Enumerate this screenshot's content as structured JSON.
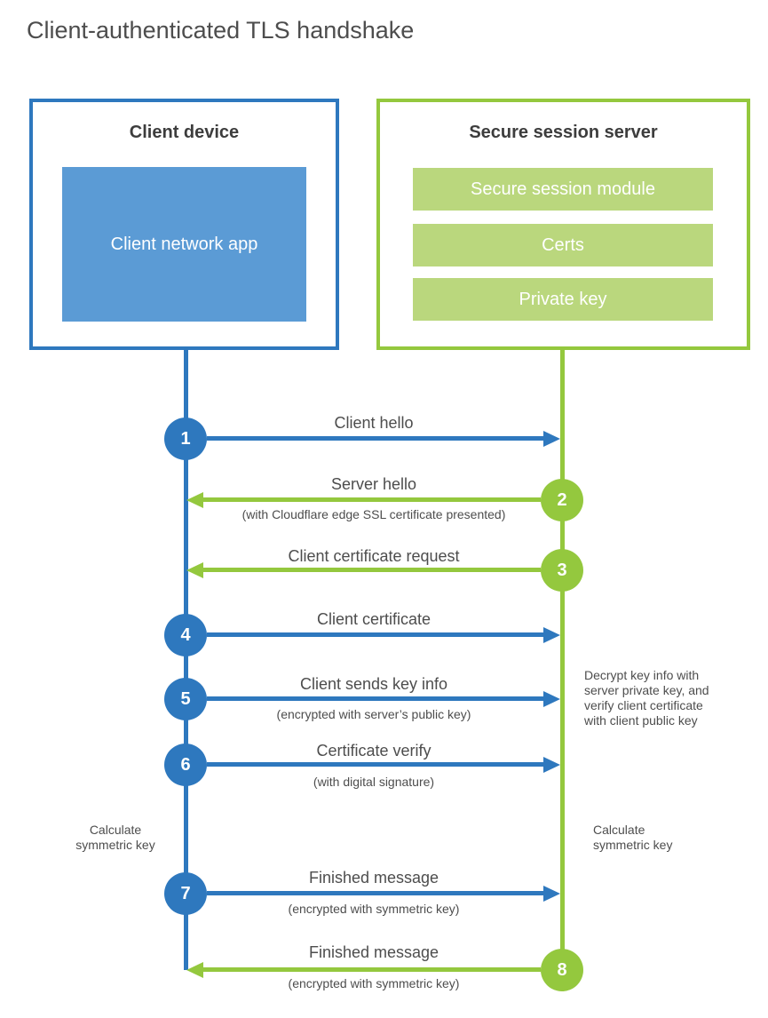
{
  "title": "Client-authenticated TLS handshake",
  "colors": {
    "blue": "#2E78BE",
    "blue_fill": "#5B9BD5",
    "green": "#94C83E",
    "green_fill": "#BAD77D",
    "text_dark": "#3D3D3D",
    "text_gray": "#4D4D4D"
  },
  "client": {
    "title": "Client device",
    "app_label": "Client network app"
  },
  "server": {
    "title": "Secure session server",
    "modules": [
      "Secure session module",
      "Certs",
      "Private key"
    ]
  },
  "steps": [
    {
      "num": "1",
      "label": "Client hello",
      "from": "client",
      "to": "server"
    },
    {
      "num": "2",
      "label": "Server hello",
      "subtitle": "(with Cloudflare edge SSL certificate presented)",
      "from": "server",
      "to": "client"
    },
    {
      "num": "3",
      "label": "Client certificate request",
      "from": "server",
      "to": "client"
    },
    {
      "num": "4",
      "label": "Client certificate",
      "from": "client",
      "to": "server"
    },
    {
      "num": "5",
      "label": "Client sends key info",
      "subtitle": "(encrypted with server’s public key)",
      "from": "client",
      "to": "server"
    },
    {
      "num": "6",
      "label": "Certificate verify",
      "subtitle": "(with digital signature)",
      "from": "client",
      "to": "server"
    },
    {
      "num": "7",
      "label": "Finished message",
      "subtitle": "(encrypted with symmetric key)",
      "from": "client",
      "to": "server"
    },
    {
      "num": "8",
      "label": "Finished message",
      "subtitle": "(encrypted with symmetric key)",
      "from": "server",
      "to": "client"
    }
  ],
  "notes": {
    "decrypt": "Decrypt key info with server private key, and verify client certificate with client public key",
    "calc_left": "Calculate symmetric key",
    "calc_right": "Calculate symmetric key"
  }
}
